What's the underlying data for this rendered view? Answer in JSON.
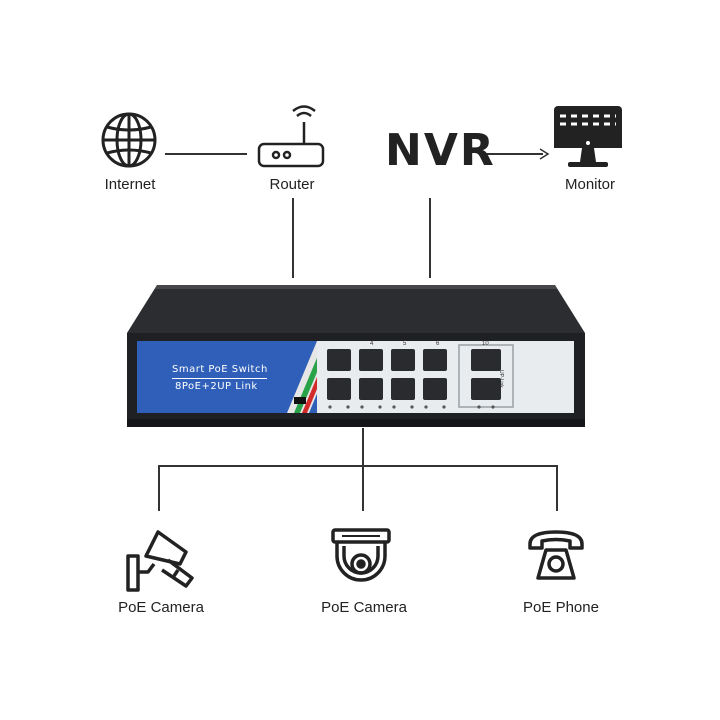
{
  "nodes": {
    "internet": {
      "label": "Internet",
      "icon": "globe-icon"
    },
    "router": {
      "label": "Router",
      "icon": "router-icon"
    },
    "nvr": {
      "label": "NVR"
    },
    "monitor": {
      "label": "Monitor",
      "icon": "monitor-icon"
    },
    "camera_bullet": {
      "label": "PoE Camera",
      "icon": "bullet-camera-icon"
    },
    "camera_dome": {
      "label": "PoE Camera",
      "icon": "dome-camera-icon"
    },
    "phone": {
      "label": "PoE Phone",
      "icon": "telephone-icon"
    }
  },
  "switch": {
    "title": "Smart PoE Switch",
    "subtitle": "8PoE+2UP Link",
    "body_color": "#2b2d30",
    "panel_color": "#2f5fb8",
    "port_group_labels": [
      "4",
      "5",
      "6",
      "10"
    ],
    "side_label": "UP-Link"
  }
}
